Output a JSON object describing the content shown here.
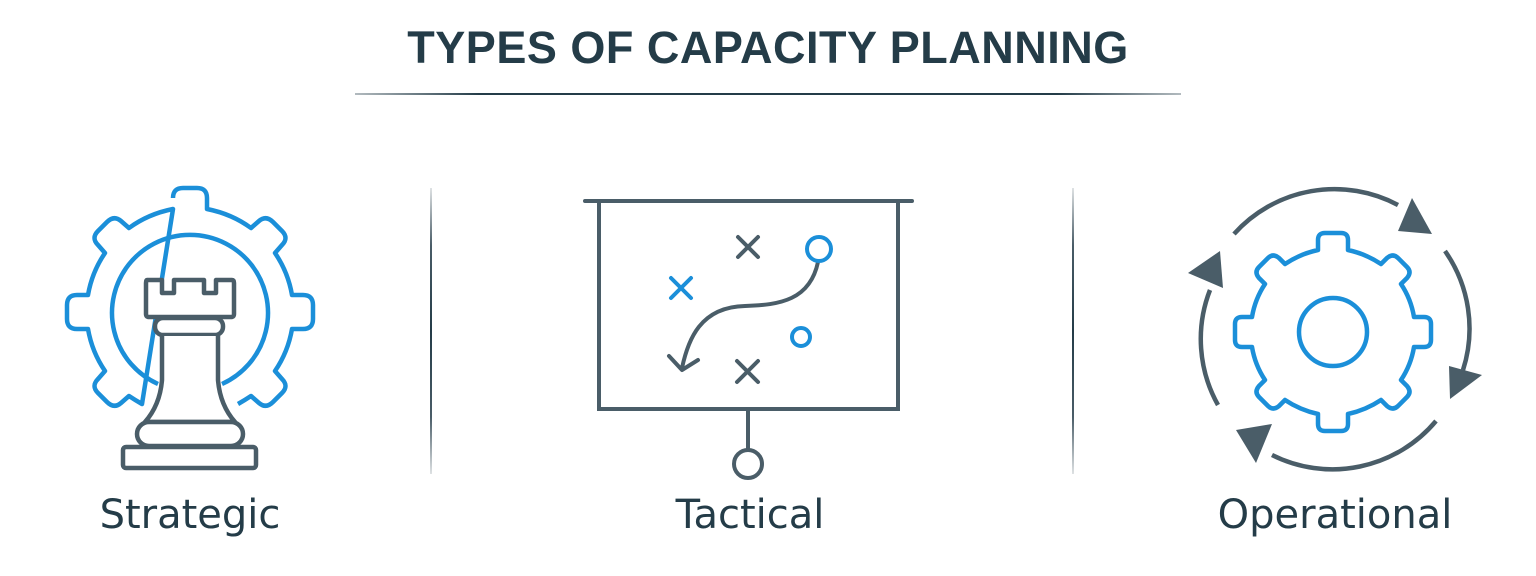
{
  "header": {
    "title": "TYPES OF CAPACITY PLANNING"
  },
  "colors": {
    "text": "#243c48",
    "icon_dark": "#4a5d68",
    "icon_accent": "#1b8fd9",
    "background": "#ffffff"
  },
  "types": [
    {
      "label": "Strategic",
      "icon": "rook-in-gear-icon"
    },
    {
      "label": "Tactical",
      "icon": "strategy-board-icon"
    },
    {
      "label": "Operational",
      "icon": "gear-cycle-icon"
    }
  ]
}
